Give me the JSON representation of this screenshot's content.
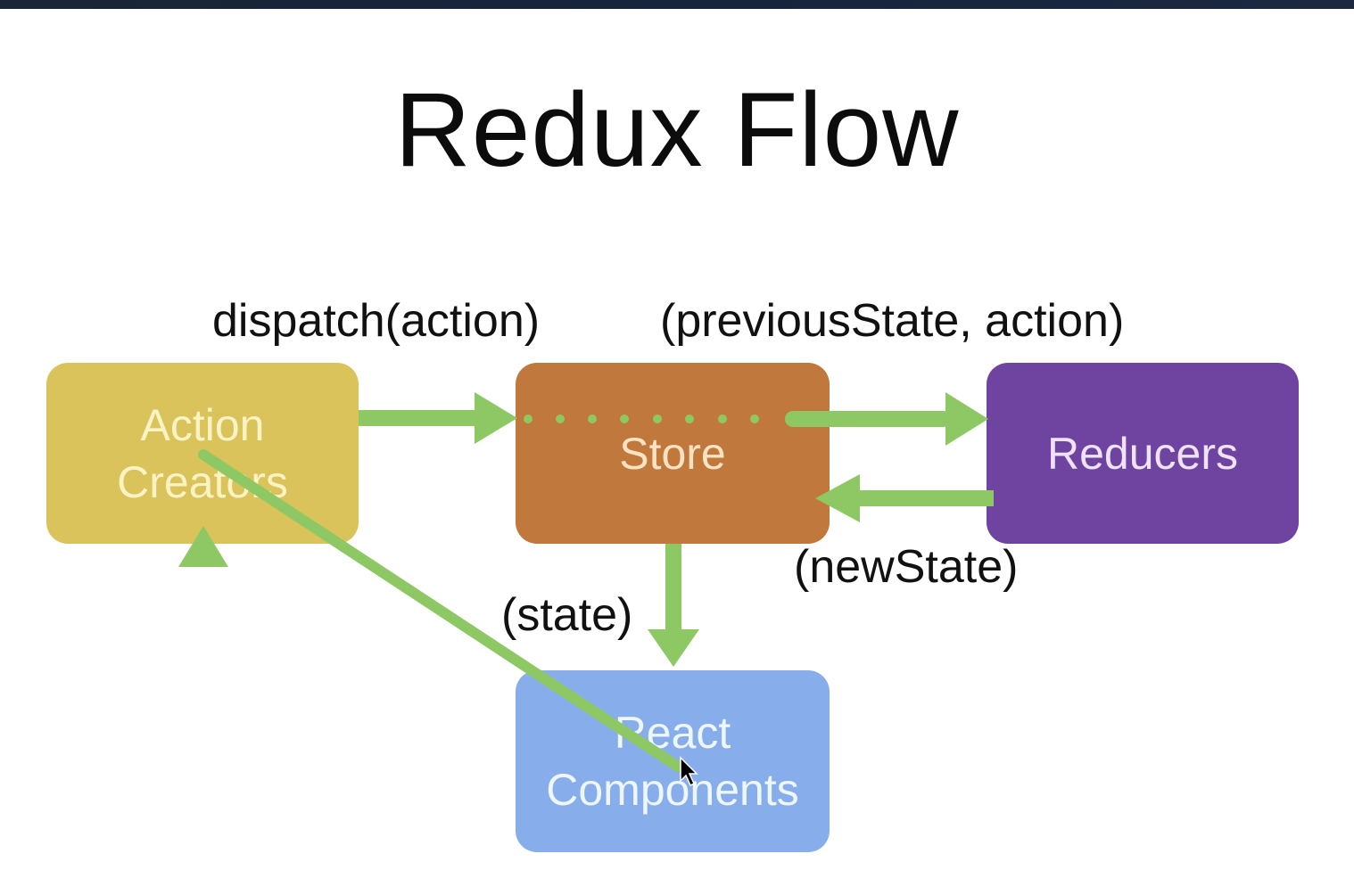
{
  "title": "Redux Flow",
  "nodes": {
    "action_creators": {
      "label_line1": "Action",
      "label_line2": "Creators",
      "color": "#d9c35a",
      "text_color": "#fbf3c4"
    },
    "store": {
      "label": "Store",
      "color": "#c0783c",
      "text_color": "#fde3c4"
    },
    "reducers": {
      "label": "Reducers",
      "color": "#6f44a0",
      "text_color": "#efe2fb"
    },
    "react_components": {
      "label_line1": "React",
      "label_line2": "Components",
      "color": "#87aeea",
      "text_color": "#eef6ff"
    }
  },
  "edge_labels": {
    "dispatch": "dispatch(action)",
    "previous_state": "(previousState, action)",
    "new_state": "(newState)",
    "state": "(state)"
  },
  "arrow_color": "#8ec865"
}
